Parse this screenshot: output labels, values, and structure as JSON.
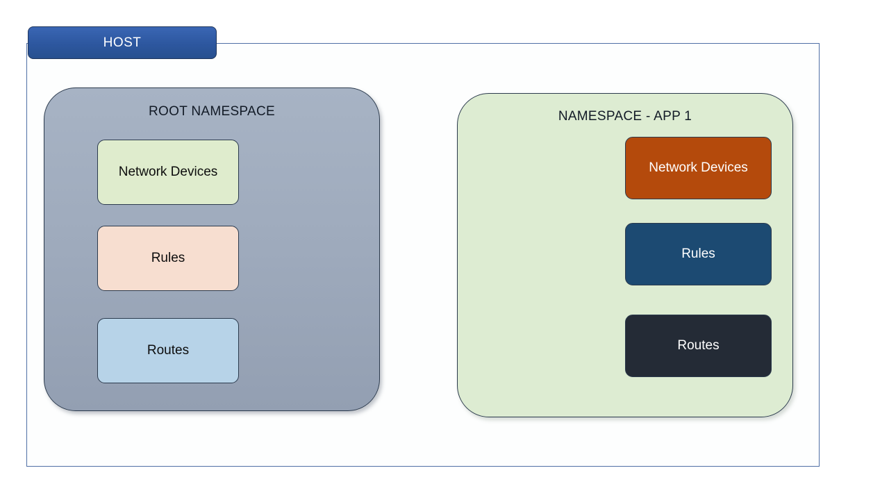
{
  "diagram": {
    "title": "HOST",
    "host_frame": {
      "label": "HOST",
      "border_color": "#4f6fa5",
      "tab_color": "#2d579f",
      "tab_text_color": "#ffffff"
    },
    "namespaces": [
      {
        "id": "root-namespace",
        "title": "ROOT NAMESPACE",
        "fill": "#9fabbd",
        "title_color": "#121a26",
        "items": [
          {
            "label": "Network Devices",
            "fill": "#dfeccd",
            "text_color": "#0d0d0d"
          },
          {
            "label": "Rules",
            "fill": "#f7ded0",
            "text_color": "#0d0d0d"
          },
          {
            "label": "Routes",
            "fill": "#b7d3e8",
            "text_color": "#0d0d0d"
          }
        ]
      },
      {
        "id": "namespace-app-1",
        "title": "NAMESPACE - APP 1",
        "fill": "#ddecd2",
        "title_color": "#121a26",
        "items": [
          {
            "label": "Network Devices",
            "fill": "#b44a0c",
            "text_color": "#ffffff"
          },
          {
            "label": "Rules",
            "fill": "#1c4a72",
            "text_color": "#ffffff"
          },
          {
            "label": "Routes",
            "fill": "#242b36",
            "text_color": "#ffffff"
          }
        ]
      }
    ]
  }
}
